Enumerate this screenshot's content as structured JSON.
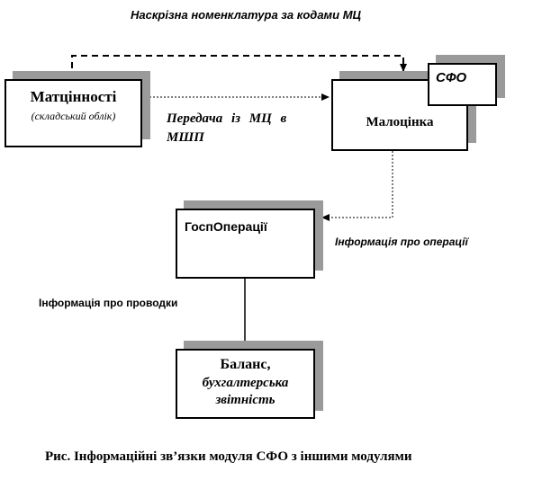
{
  "diagram": {
    "top_label": "Наскрізна номенклатура за кодами МЦ",
    "nodes": {
      "matcinnosti": {
        "title": "Матцінності",
        "subtitle": "(складський облік)"
      },
      "malocinka": {
        "title": "Малоцінка"
      },
      "sfo": {
        "title": "СФО"
      },
      "gosp": {
        "title": "ГоспОперації"
      },
      "balans": {
        "line1": "Баланс,",
        "line2": "бухгалтерська",
        "line3": "звітність"
      }
    },
    "edges": {
      "transfer_line1": "Передача із МЦ в",
      "transfer_line2": "МШП",
      "operations_info": "Інформація про операції",
      "postings_info": "Інформація про проводки"
    },
    "caption": "Рис. Інформаційні зв’язки модуля СФО з іншими модулями"
  }
}
